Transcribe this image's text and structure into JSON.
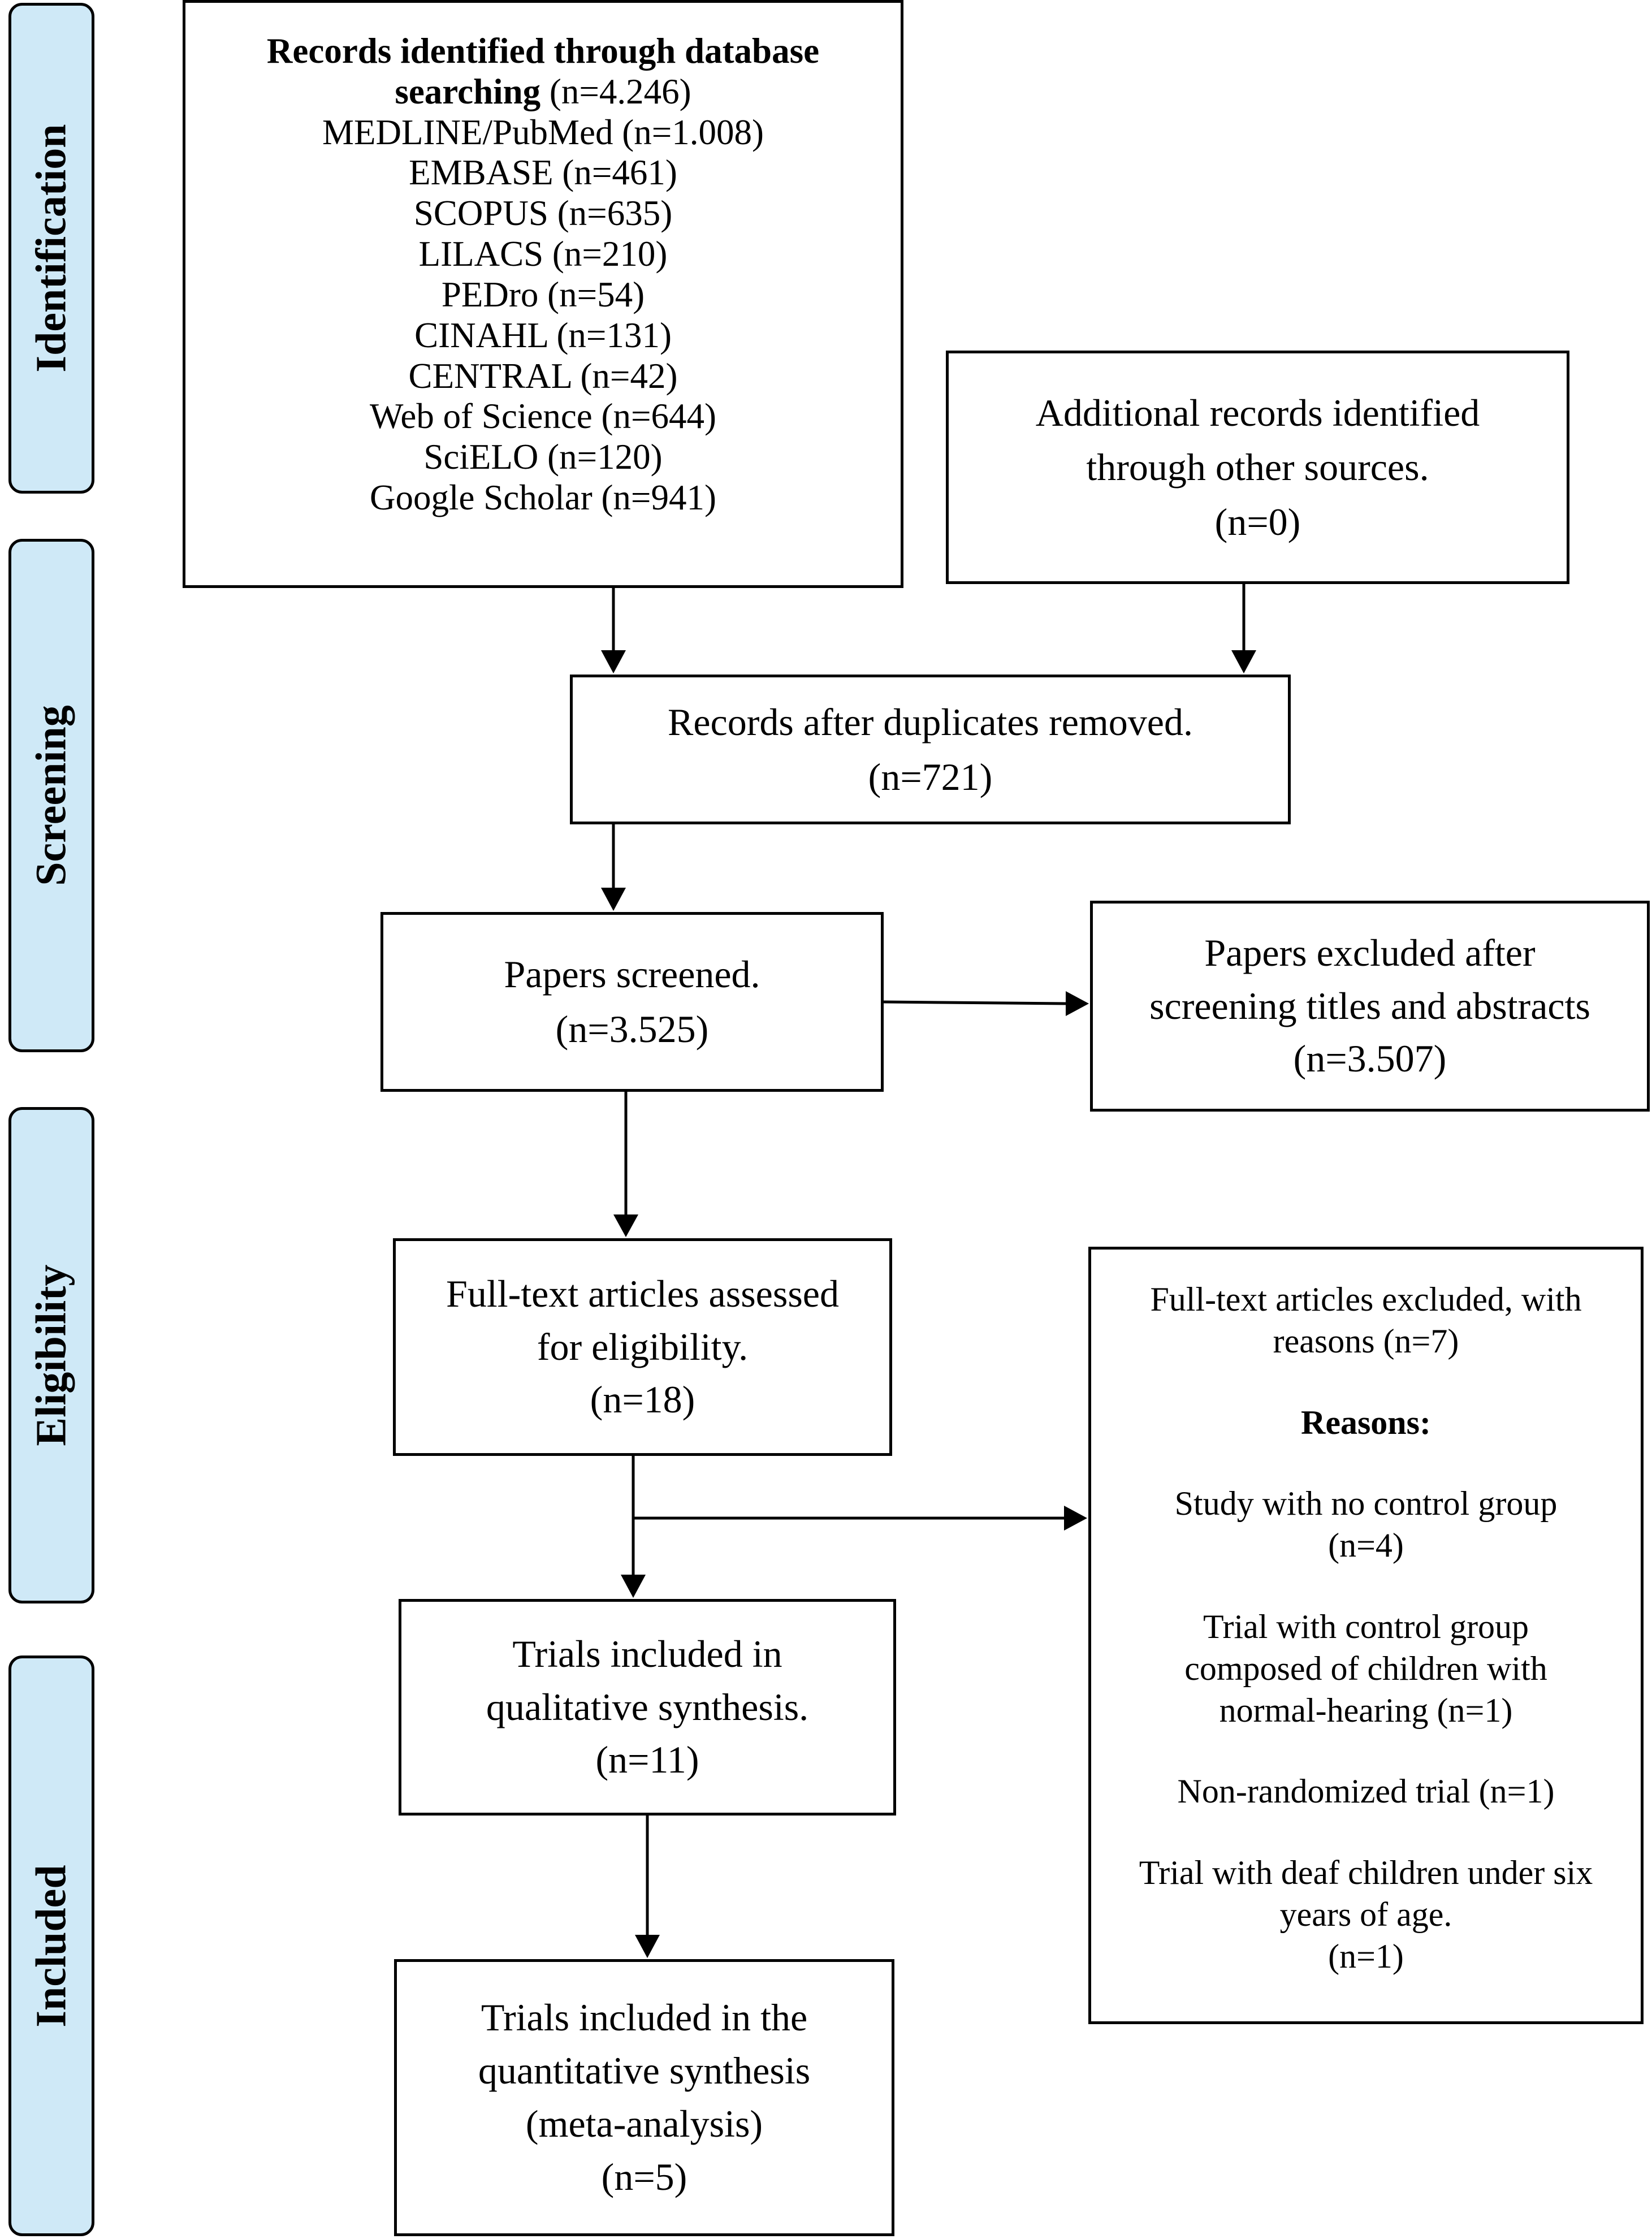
{
  "phases": {
    "identification": "Identification",
    "screening": "Screening",
    "eligibility": "Eligibility",
    "included": "Included"
  },
  "identification_box": {
    "title_bold_1": "Records identified through database",
    "title_bold_2": "searching",
    "title_count": " (n=4.246)",
    "databases": [
      "MEDLINE/PubMed (n=1.008)",
      "EMBASE (n=461)",
      "SCOPUS (n=635)",
      "LILACS (n=210)",
      "PEDro (n=54)",
      "CINAHL (n=131)",
      "CENTRAL (n=42)",
      "Web of Science (n=644)",
      "SciELO (n=120)",
      "Google Scholar (n=941)"
    ]
  },
  "additional_box": {
    "line1": "Additional records identified",
    "line2": "through other sources.",
    "count": "(n=0)"
  },
  "duplicates_box": {
    "line1": "Records after duplicates removed.",
    "count": "(n=721)"
  },
  "screened_box": {
    "line1": "Papers screened.",
    "count": "(n=3.525)"
  },
  "excluded_screen_box": {
    "line1": "Papers excluded after",
    "line2": "screening titles and abstracts",
    "count": "(n=3.507)"
  },
  "fulltext_box": {
    "line1": "Full-text articles assessed",
    "line2": "for eligibility.",
    "count": "(n=18)"
  },
  "excluded_fulltext_box": {
    "line1": "Full-text articles excluded, with",
    "line2": "reasons (n=7)",
    "reasons_title": "Reasons:",
    "r1_line1": "Study with no control group",
    "r1_line2": "(n=4)",
    "r2_line1": "Trial with control group",
    "r2_line2": "composed of children with",
    "r2_line3": "normal-hearing (n=1)",
    "r3_line1": "Non-randomized trial (n=1)",
    "r4_line1": "Trial with deaf children under six",
    "r4_line2": "years of age.",
    "r4_line3": "(n=1)"
  },
  "qualitative_box": {
    "line1": "Trials included in",
    "line2": "qualitative synthesis.",
    "count": "(n=11)"
  },
  "quantitative_box": {
    "line1": "Trials included in the",
    "line2": "quantitative synthesis",
    "line3": "(meta-analysis)",
    "count": "(n=5)"
  }
}
